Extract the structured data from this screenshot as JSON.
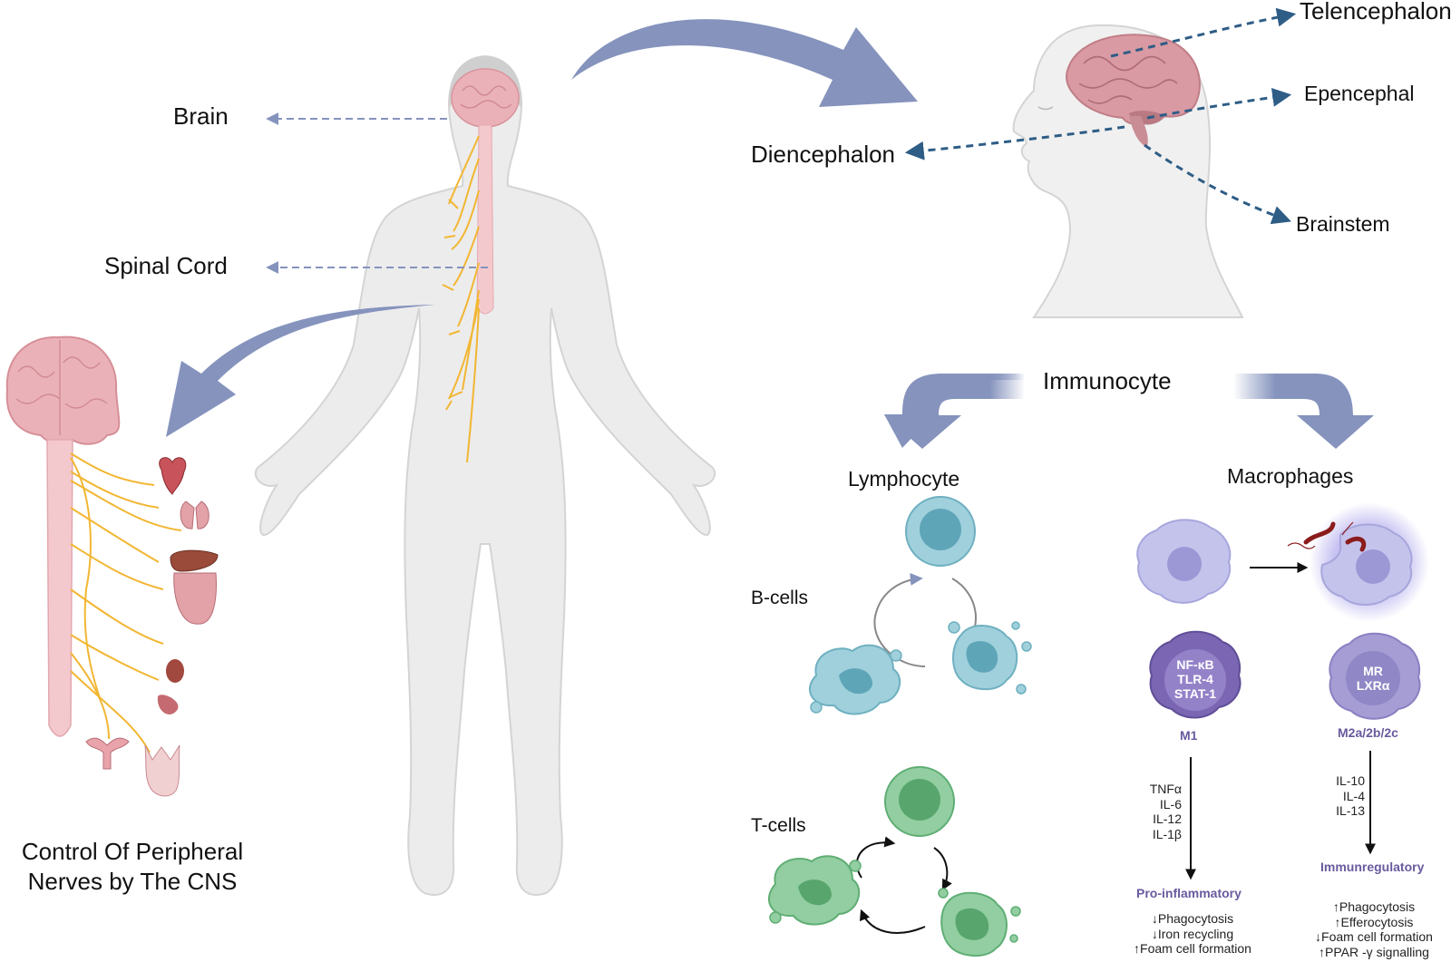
{
  "labels": {
    "brain": "Brain",
    "spinal_cord": "Spinal Cord",
    "control_peripheral": [
      "Control Of Peripheral",
      "Nerves by The CNS"
    ],
    "telencephalon": "Telencephalon",
    "epencephal": "Epencephal",
    "diencephalon": "Diencephalon",
    "brainstem": "Brainstem",
    "immunocyte": "Immunocyte",
    "lymphocyte": "Lymphocyte",
    "macrophages": "Macrophages",
    "b_cells": "B-cells",
    "t_cells": "T-cells"
  },
  "m1": {
    "markers": [
      "NF-κB",
      "TLR-4",
      "STAT-1"
    ],
    "name": "M1",
    "cytokines": [
      "TNFα",
      "IL-6",
      "IL-12",
      "IL-1β"
    ],
    "outcome": "Pro-inflammatory",
    "effects": [
      "↓Phagocytosis",
      "↓Iron recycling",
      "↑Foam cell formation"
    ]
  },
  "m2": {
    "markers": [
      "MR",
      "LXRα"
    ],
    "name": "M2a/2b/2c",
    "cytokines": [
      "IL-10",
      "IL-4",
      "IL-13"
    ],
    "outcome": "Immunregulatory",
    "effects": [
      "↑Phagocytosis",
      "↑Efferocytosis",
      "↓Foam cell formation",
      "↑PPAR -γ signalling"
    ]
  },
  "colors": {
    "big_arrow": "#8593bd",
    "dashed_arrow": "#2e5d86",
    "nerve": "#f2b632",
    "brain": "#eab2b8",
    "body": "#ececec",
    "b_cell": "#9fd0dc",
    "t_cell": "#92cea1",
    "macrophage": "#c4c3ec",
    "m1": "#8a75c0",
    "m2": "#a39bd2"
  }
}
